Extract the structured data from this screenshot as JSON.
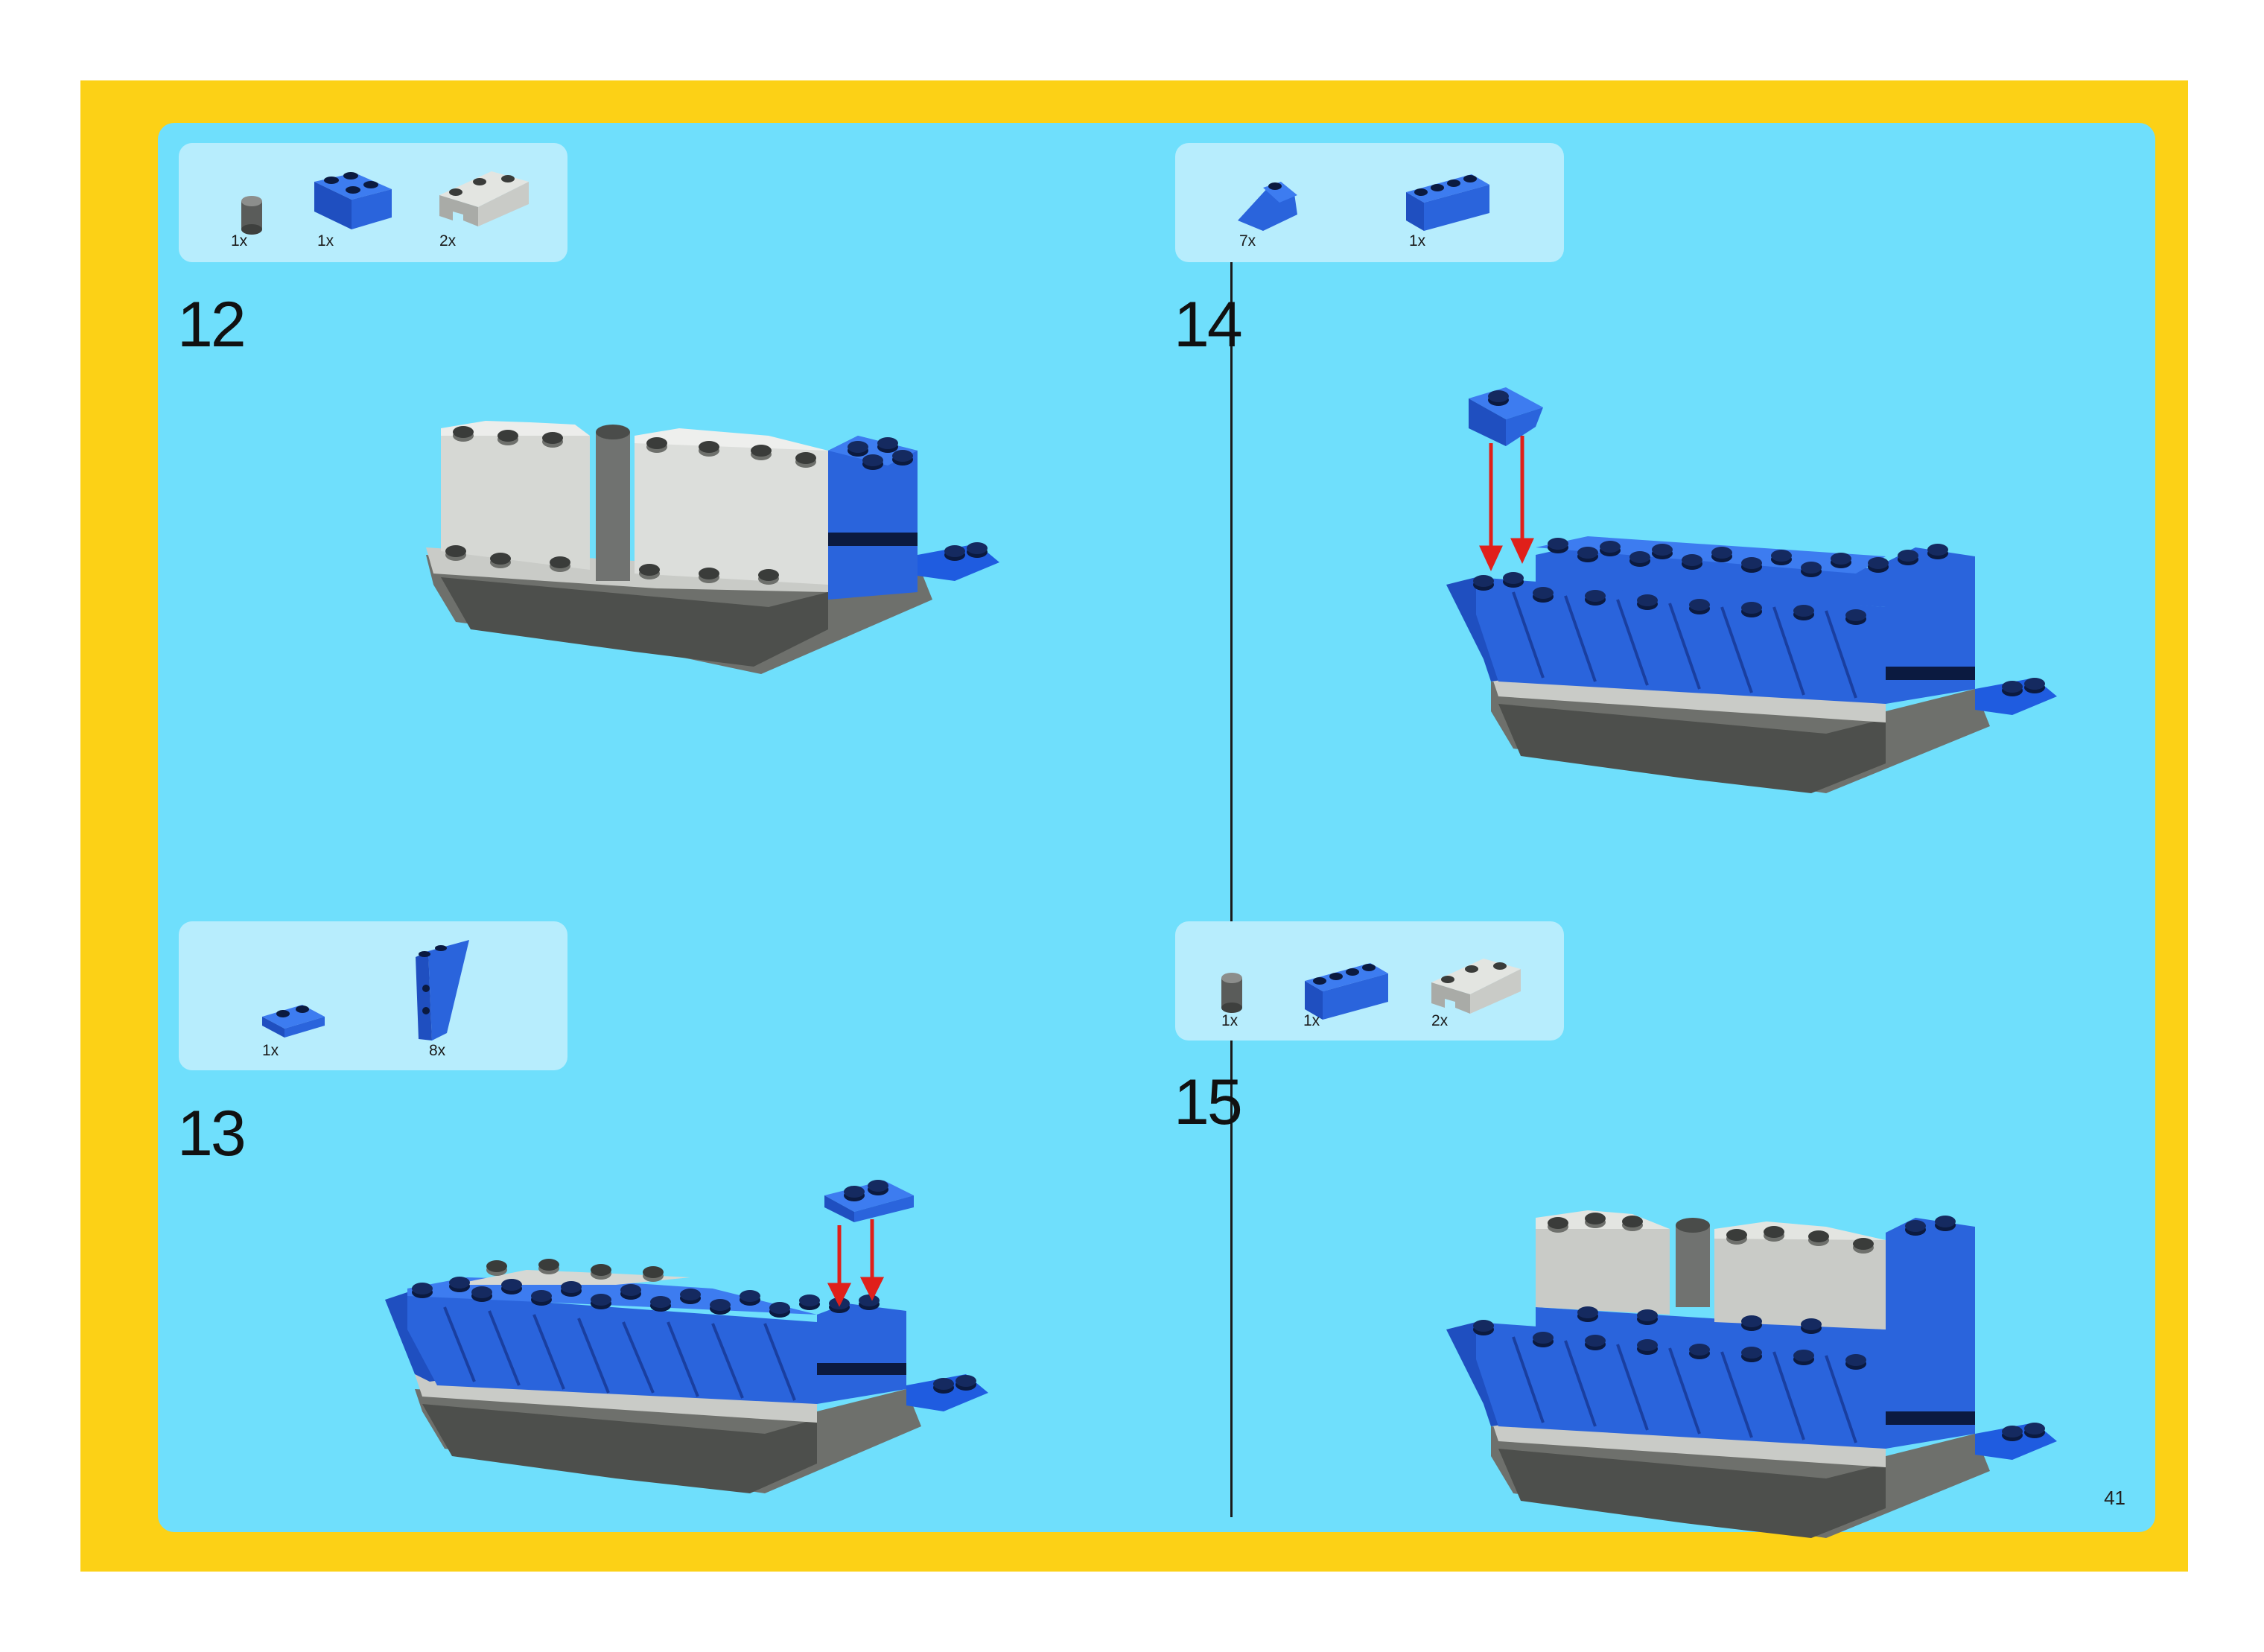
{
  "page_number": "41",
  "colors": {
    "frame": "#fcd116",
    "panel": "#6fdffc",
    "parts_box": "#b7edfd",
    "brick_blue": "#1f5ce0",
    "brick_gray": "#c9cbc7",
    "arrow": "#e0201a"
  },
  "steps": [
    {
      "number": "12",
      "parts": [
        {
          "qty": "1x",
          "icon": "dark-round-brick-icon"
        },
        {
          "qty": "1x",
          "icon": "blue-2x2-brick-icon"
        },
        {
          "qty": "2x",
          "icon": "gray-arch-brick-icon"
        }
      ]
    },
    {
      "number": "13",
      "parts": [
        {
          "qty": "1x",
          "icon": "blue-1x2-plate-icon"
        },
        {
          "qty": "8x",
          "icon": "blue-slope-brick-icon"
        }
      ]
    },
    {
      "number": "14",
      "parts": [
        {
          "qty": "7x",
          "icon": "blue-slope-icon"
        },
        {
          "qty": "1x",
          "icon": "blue-1x4-brick-icon"
        }
      ]
    },
    {
      "number": "15",
      "parts": [
        {
          "qty": "1x",
          "icon": "dark-round-brick-icon"
        },
        {
          "qty": "1x",
          "icon": "blue-1x4-brick-icon"
        },
        {
          "qty": "2x",
          "icon": "gray-arch-brick-icon"
        }
      ]
    }
  ]
}
